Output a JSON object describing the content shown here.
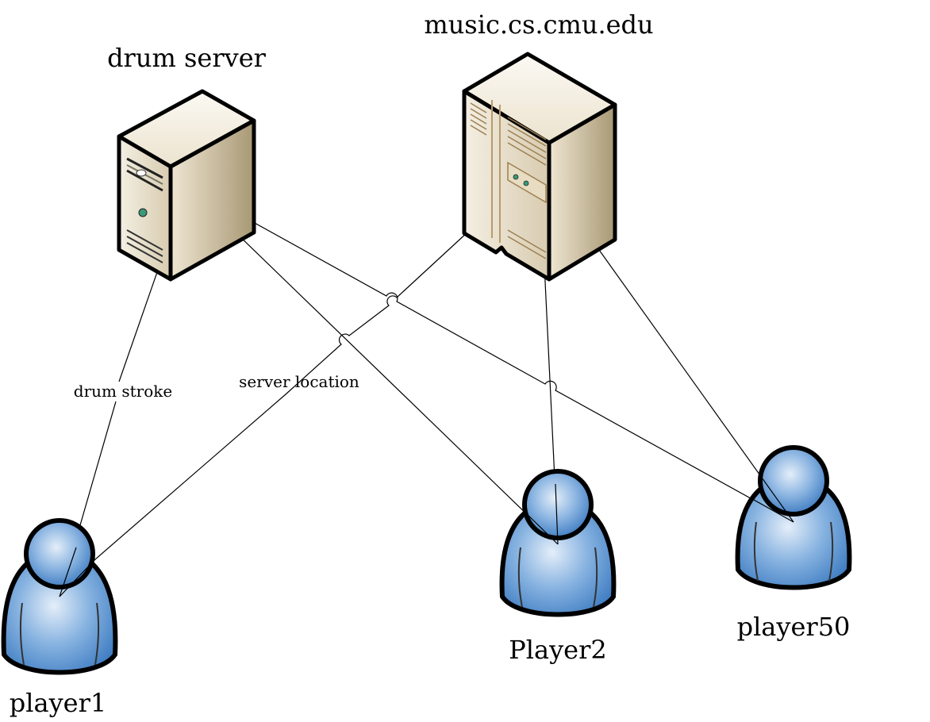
{
  "nodes": {
    "drum_server": {
      "label": "drum server"
    },
    "music_server": {
      "label": "music.cs.cmu.edu"
    },
    "player1": {
      "label": "player1"
    },
    "player2": {
      "label": "Player2"
    },
    "player50": {
      "label": "player50"
    }
  },
  "edges": {
    "drum_stroke": {
      "label": "drum stroke"
    },
    "server_location": {
      "label": "server location"
    }
  },
  "colors": {
    "player_fill": "#5b93cf",
    "server_fill": "#d9cdb1",
    "line": "#000000"
  }
}
